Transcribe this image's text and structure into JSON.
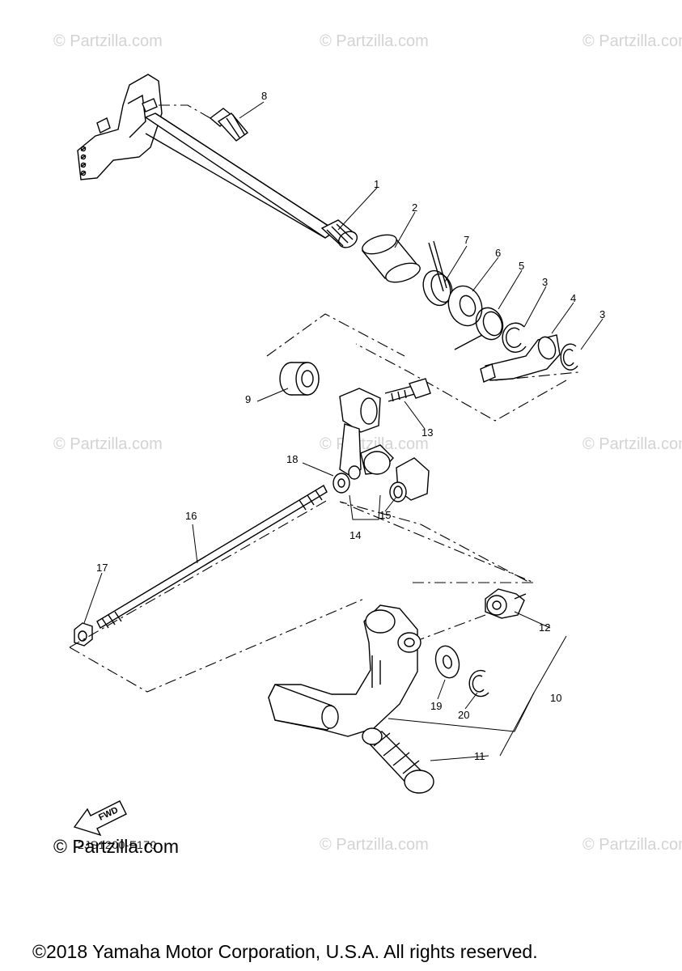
{
  "watermark": "© Partzilla.com",
  "brand_mark": "© Partzilla.com",
  "diagram_code": "2JS1200-F170",
  "fwd_label": "FWD",
  "copyright": "©2018 Yamaha Motor Corporation, U.S.A. All rights reserved.",
  "callouts": [
    "1",
    "2",
    "3",
    "3",
    "4",
    "5",
    "6",
    "7",
    "8",
    "9",
    "10",
    "11",
    "12",
    "13",
    "14",
    "15",
    "16",
    "17",
    "18",
    "19",
    "20"
  ]
}
